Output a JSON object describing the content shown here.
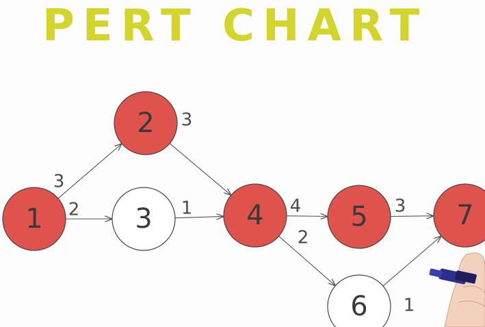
{
  "title": "PERT CHART",
  "colors": {
    "title": "#d3d42c",
    "critical_node": "#e0524c",
    "normal_node": "#ffffff",
    "stroke": "#555555"
  },
  "nodes": [
    {
      "id": "1",
      "label": "1",
      "critical": true
    },
    {
      "id": "2",
      "label": "2",
      "critical": true
    },
    {
      "id": "3",
      "label": "3",
      "critical": false
    },
    {
      "id": "4",
      "label": "4",
      "critical": true
    },
    {
      "id": "5",
      "label": "5",
      "critical": true
    },
    {
      "id": "6",
      "label": "6",
      "critical": false
    },
    {
      "id": "7",
      "label": "7",
      "critical": true
    }
  ],
  "edges": [
    {
      "from": "1",
      "to": "2",
      "label": "3"
    },
    {
      "from": "1",
      "to": "3",
      "label": "2"
    },
    {
      "from": "2",
      "to": "4",
      "label": "3"
    },
    {
      "from": "3",
      "to": "4",
      "label": "1"
    },
    {
      "from": "4",
      "to": "5",
      "label": "4"
    },
    {
      "from": "4",
      "to": "6",
      "label": "2"
    },
    {
      "from": "5",
      "to": "7",
      "label": "3"
    },
    {
      "from": "6",
      "to": "7",
      "label": "1"
    }
  ],
  "decoration": {
    "marker_icon": "hand-holding-marker-icon"
  }
}
